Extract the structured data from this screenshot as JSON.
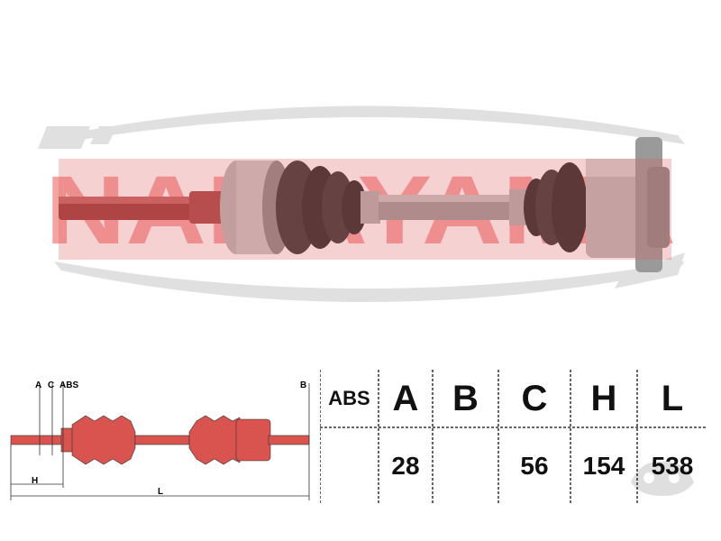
{
  "brand": {
    "logo_text": "NAKAYAMA"
  },
  "diagram": {
    "labels": {
      "a": "A",
      "c": "C",
      "abs": "ABS",
      "b": "B",
      "h": "H",
      "l": "L"
    },
    "shaft_color": "#d9534f"
  },
  "spec_table": {
    "headers": [
      "ABS",
      "A",
      "B",
      "C",
      "H",
      "L"
    ],
    "values": [
      "",
      "28",
      "",
      "56",
      "154",
      "538"
    ]
  }
}
